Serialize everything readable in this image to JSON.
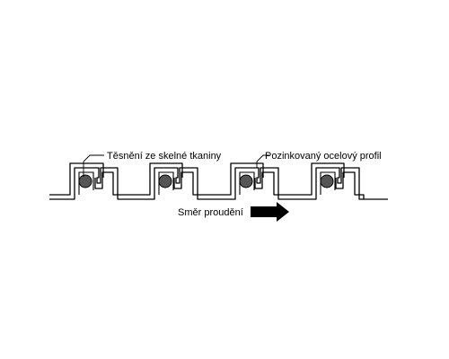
{
  "labels": {
    "seal": "Těsnění ze skelné tkaniny",
    "profile": "Pozinkovaný ocelový profil",
    "flow": "Směr proudění"
  },
  "colors": {
    "line": "#000000",
    "seal_fill": "#555555",
    "background": "#ffffff"
  },
  "icons": {
    "flow_arrow": "arrow-right-icon"
  }
}
